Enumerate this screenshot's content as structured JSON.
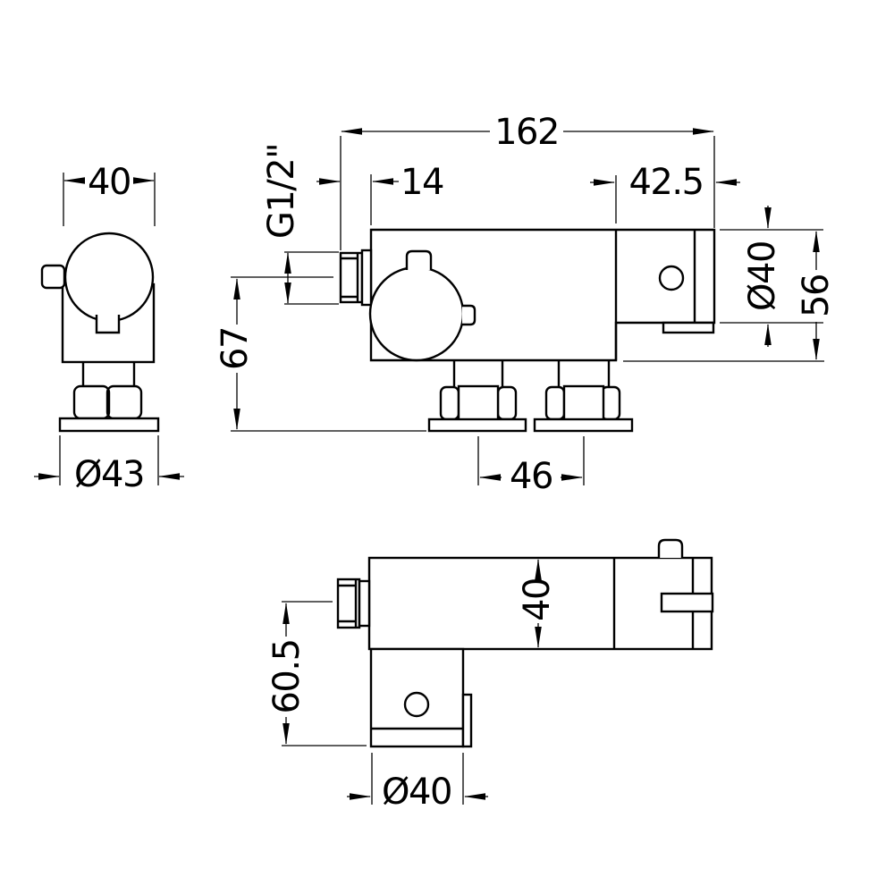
{
  "drawing": {
    "background_color": "#ffffff",
    "line_color": "#000000",
    "dims": {
      "side_top_width": "40",
      "side_flange_dia": "Ø43",
      "overall_length": "162",
      "inlet_thread": "G1/2\"",
      "inlet_protrusion": "14",
      "outlet_section_length": "42.5",
      "outlet_dia": "Ø40",
      "body_height": "56",
      "drop_to_flange": "67",
      "tail_centres": "46",
      "body_depth": "40",
      "outlet_drop": "60.5",
      "outlet_housing_dia": "Ø40"
    }
  }
}
